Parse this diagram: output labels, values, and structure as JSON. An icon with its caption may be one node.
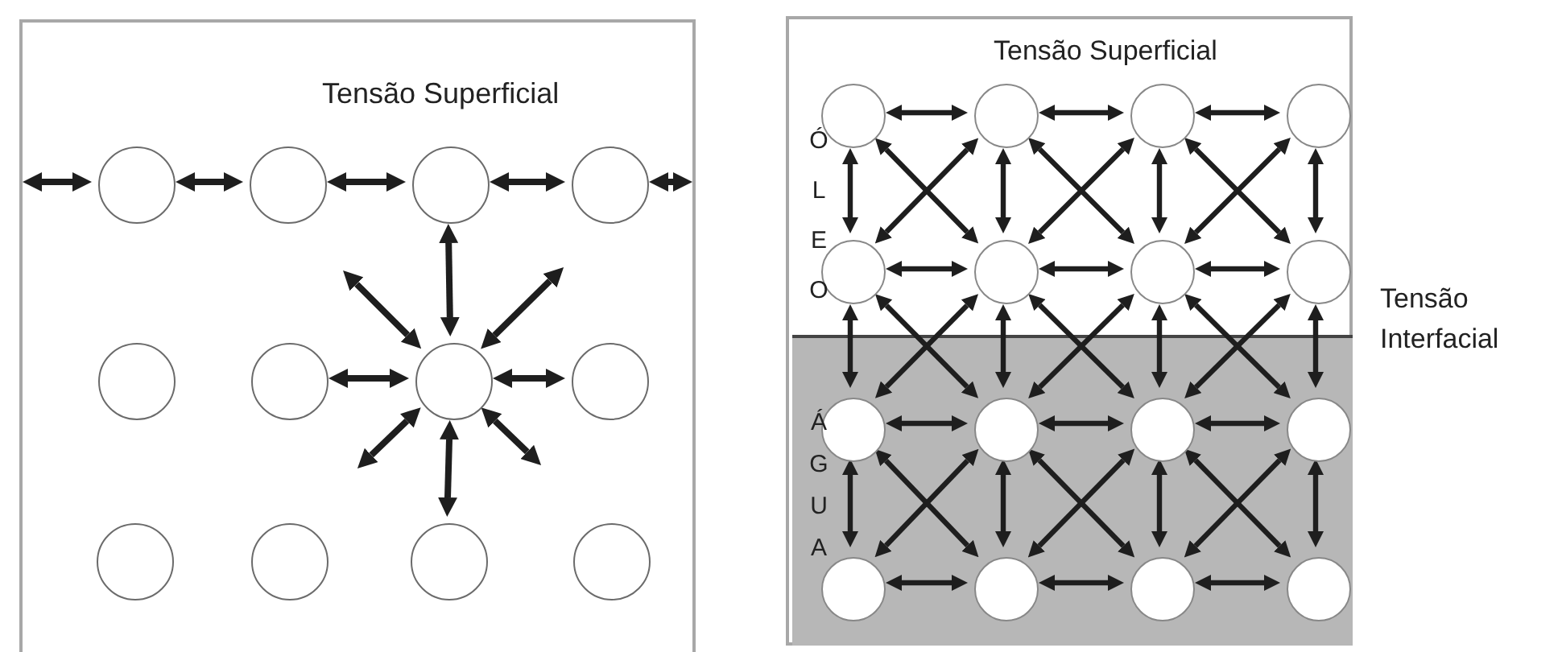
{
  "diagram": {
    "nodes": [
      {
        "text": [],
        "shape": "box"
      },
      {
        "text": [],
        "shape": "circle",
        "in": 0
      },
      {
        "text": [],
        "shape": "circle",
        "in": 0
      },
      {
        "text": [],
        "shape": "circle",
        "in": 0
      },
      {
        "text": [],
        "shape": "circle",
        "in": 0
      },
      {
        "text": [],
        "shape": "circle",
        "in": 0
      },
      {
        "text": [],
        "shape": "circle",
        "in": 0
      },
      {
        "text": [],
        "shape": "circle",
        "in": 0
      },
      {
        "text": [],
        "shape": "circle",
        "in": 0
      },
      {
        "text": [],
        "shape": "circle",
        "in": 0
      },
      {
        "text": [],
        "shape": "circle",
        "in": 0
      },
      {
        "text": [],
        "shape": "circle",
        "in": 0
      },
      {
        "text": [],
        "shape": "circle",
        "in": 0
      },
      {
        "text": [],
        "shape": "box"
      },
      {
        "text": [
          "Ó L E O"
        ],
        "in": 13
      },
      {
        "text": [],
        "shape": "circle",
        "in": 14
      },
      {
        "text": [],
        "shape": "circle",
        "in": 14
      },
      {
        "text": [],
        "shape": "circle",
        "in": 14
      },
      {
        "text": [],
        "shape": "circle",
        "in": 14
      },
      {
        "text": [],
        "shape": "circle",
        "in": 14
      },
      {
        "text": [],
        "shape": "circle",
        "in": 14
      },
      {
        "text": [],
        "shape": "circle",
        "in": 14
      },
      {
        "text": [],
        "shape": "circle",
        "in": 14
      },
      {
        "text": [
          "Á G U A"
        ],
        "in": 13
      },
      {
        "text": [],
        "shape": "circle",
        "in": 23
      },
      {
        "text": [],
        "shape": "circle",
        "in": 23
      },
      {
        "text": [],
        "shape": "circle",
        "in": 23
      },
      {
        "text": [],
        "shape": "circle",
        "in": 23
      },
      {
        "text": [],
        "shape": "circle",
        "in": 23
      },
      {
        "text": [],
        "shape": "circle",
        "in": 23
      },
      {
        "text": [],
        "shape": "circle",
        "in": 23
      },
      {
        "text": [],
        "shape": "circle",
        "in": 23
      }
    ],
    "edges": [
      {
        "from": null,
        "to": 1,
        "arrow": "both"
      },
      {
        "from": 1,
        "to": 2,
        "arrow": "both"
      },
      {
        "from": 2,
        "to": 3,
        "arrow": "both"
      },
      {
        "from": 3,
        "to": 4,
        "arrow": "both"
      },
      {
        "from": 4,
        "to": null,
        "arrow": "both"
      },
      {
        "from": 7,
        "to": 3,
        "arrow": "both"
      },
      {
        "from": 7,
        "to": 6,
        "arrow": "both"
      },
      {
        "from": 7,
        "to": 8,
        "arrow": "both"
      },
      {
        "from": 7,
        "to": 11,
        "arrow": "both"
      },
      {
        "from": 7,
        "to": null,
        "arrow": "both"
      },
      {
        "from": 7,
        "to": null,
        "arrow": "both"
      },
      {
        "from": 7,
        "to": null,
        "arrow": "both"
      },
      {
        "from": 7,
        "to": null,
        "arrow": "both"
      },
      {
        "from": 15,
        "to": 16,
        "arrow": "both"
      },
      {
        "from": 16,
        "to": 17,
        "arrow": "both"
      },
      {
        "from": 17,
        "to": 18,
        "arrow": "both"
      },
      {
        "from": 19,
        "to": 20,
        "arrow": "both"
      },
      {
        "from": 20,
        "to": 21,
        "arrow": "both"
      },
      {
        "from": 21,
        "to": 22,
        "arrow": "both"
      },
      {
        "from": 24,
        "to": 25,
        "arrow": "both"
      },
      {
        "from": 25,
        "to": 26,
        "arrow": "both"
      },
      {
        "from": 26,
        "to": 27,
        "arrow": "both"
      },
      {
        "from": 28,
        "to": 29,
        "arrow": "both"
      },
      {
        "from": 29,
        "to": 30,
        "arrow": "both"
      },
      {
        "from": 30,
        "to": 31,
        "arrow": "both"
      },
      {
        "from": 15,
        "to": 19,
        "arrow": "both"
      },
      {
        "from": 19,
        "to": 24,
        "arrow": "both"
      },
      {
        "from": 24,
        "to": 28,
        "arrow": "both"
      },
      {
        "from": 16,
        "to": 20,
        "arrow": "both"
      },
      {
        "from": 20,
        "to": 25,
        "arrow": "both"
      },
      {
        "from": 25,
        "to": 29,
        "arrow": "both"
      },
      {
        "from": 17,
        "to": 21,
        "arrow": "both"
      },
      {
        "from": 21,
        "to": 26,
        "arrow": "both"
      },
      {
        "from": 26,
        "to": 30,
        "arrow": "both"
      },
      {
        "from": 18,
        "to": 22,
        "arrow": "both"
      },
      {
        "from": 22,
        "to": 27,
        "arrow": "both"
      },
      {
        "from": 27,
        "to": 31,
        "arrow": "both"
      },
      {
        "from": 15,
        "to": 20,
        "arrow": "both"
      },
      {
        "from": 16,
        "to": 19,
        "arrow": "both"
      },
      {
        "from": 16,
        "to": 21,
        "arrow": "both"
      },
      {
        "from": 17,
        "to": 20,
        "arrow": "both"
      },
      {
        "from": 17,
        "to": 22,
        "arrow": "both"
      },
      {
        "from": 18,
        "to": 21,
        "arrow": "both"
      },
      {
        "from": 19,
        "to": 25,
        "arrow": "both"
      },
      {
        "from": 20,
        "to": 24,
        "arrow": "both"
      },
      {
        "from": 20,
        "to": 26,
        "arrow": "both"
      },
      {
        "from": 21,
        "to": 25,
        "arrow": "both"
      },
      {
        "from": 21,
        "to": 27,
        "arrow": "both"
      },
      {
        "from": 22,
        "to": 26,
        "arrow": "both"
      },
      {
        "from": 24,
        "to": 29,
        "arrow": "both"
      },
      {
        "from": 25,
        "to": 28,
        "arrow": "both"
      },
      {
        "from": 25,
        "to": 30,
        "arrow": "both"
      },
      {
        "from": 26,
        "to": 29,
        "arrow": "both"
      },
      {
        "from": 26,
        "to": 31,
        "arrow": "both"
      },
      {
        "from": 27,
        "to": 30,
        "arrow": "both"
      }
    ],
    "labels": [
      "Tensão Superficial",
      "Tensão Superficial",
      "Tensão Interfacial"
    ]
  }
}
